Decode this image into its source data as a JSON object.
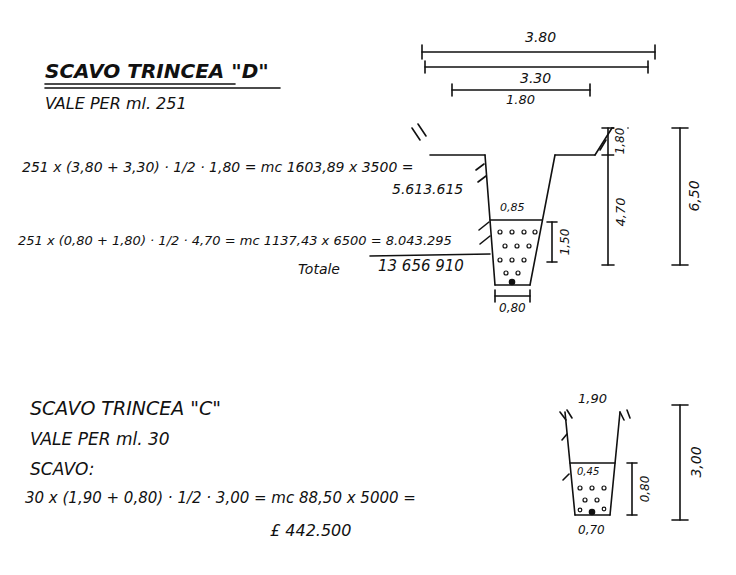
{
  "diagram": {
    "title": "SCAVO TRINCEA \"D\"",
    "labels": [
      "VALE PER ml. 251",
      "251 x (3,80 + 3,30) · 1/2 · 1,80 = mc 1603,89 x 3500 =",
      "5.613.615",
      "251 x (0,80 + 1,80) · 1/2 · 4,70 = mc 1137,43 x 6500 = 8.043.295",
      "Totale",
      "13 656 910",
      "3.80",
      "3.30",
      "1.80",
      "1,80",
      "4,70",
      "6,50",
      "0,85",
      "1,50",
      "0,80",
      "SCAVO TRINCEA \"C\"",
      "VALE PER ml. 30",
      "SCAVO:",
      "30 x (1,90 + 0,80) · 1/2 · 3,00 = mc 88,50 x 5000 =",
      "£ 442.500",
      "1,90",
      "0,45",
      "0,80",
      "3,00",
      "0,70"
    ]
  }
}
